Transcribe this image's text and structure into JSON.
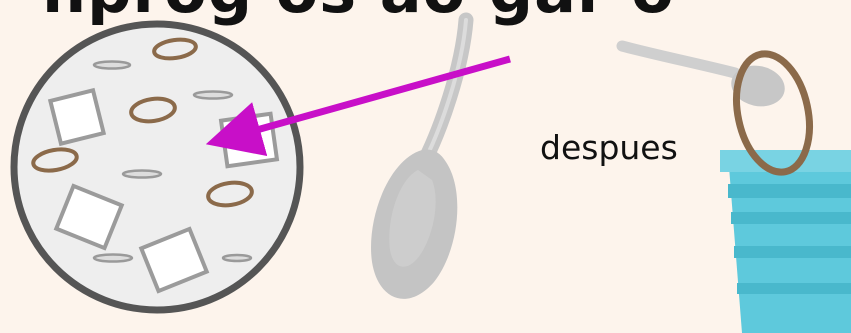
{
  "caption_top": "nprog  os ao  gar  o",
  "after_label": "despues",
  "colors": {
    "background": "#fdf4ec",
    "arrow": "#c80fc8",
    "zoom_circle_fill": "#eeeeee",
    "zoom_circle_border": "#555555",
    "ring_brown": "#8b6a4a",
    "spoon_gray": "#c7c7c7",
    "cup_cyan": "#5ec9dc"
  },
  "icons": {
    "zoom": "magnified-particles-circle",
    "pointer": "magenta-arrow",
    "spoon": "spoon-icon",
    "cup": "plastic-cup-icon",
    "ring": "loop-ring-icon"
  }
}
